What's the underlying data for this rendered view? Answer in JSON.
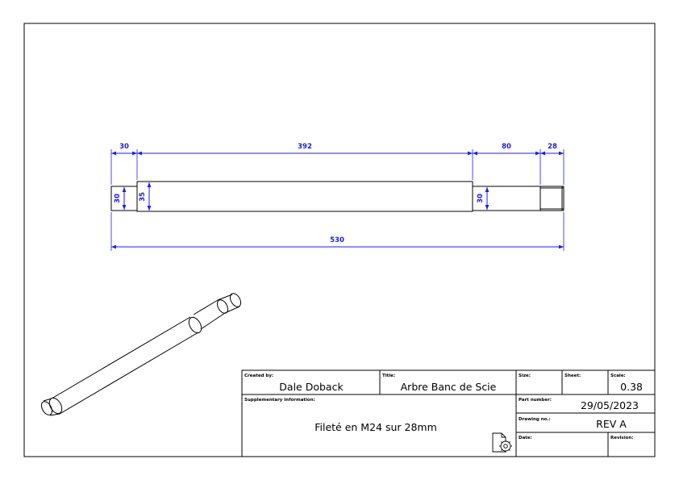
{
  "dimensions": {
    "d1": "30",
    "d2": "392",
    "d3": "80",
    "d4": "28",
    "total": "530",
    "dia_left": "30",
    "dia_body": "35",
    "dia_right": "30"
  },
  "title_block": {
    "created_by_label": "Created by:",
    "created_by": "Dale Doback",
    "title_label": "Title:",
    "title": "Arbre Banc de Scie",
    "size_label": "Size:",
    "size": "",
    "sheet_label": "Sheet:",
    "sheet": "",
    "scale_label": "Scale:",
    "scale": "0.38",
    "supplementary_label": "Supplementary information:",
    "supplementary": "Fileté en M24 sur 28mm",
    "part_number_label": "Part number:",
    "part_number": "29/05/2023",
    "drawing_no_label": "Drawing no.:",
    "drawing_no": "REV A",
    "date_label": "Date:",
    "date": "",
    "revision_label": "Revision:",
    "revision": ""
  },
  "colors": {
    "dimension": "#1a1aff",
    "line": "#000000"
  },
  "icons": {
    "settings": "gear-document-icon"
  }
}
